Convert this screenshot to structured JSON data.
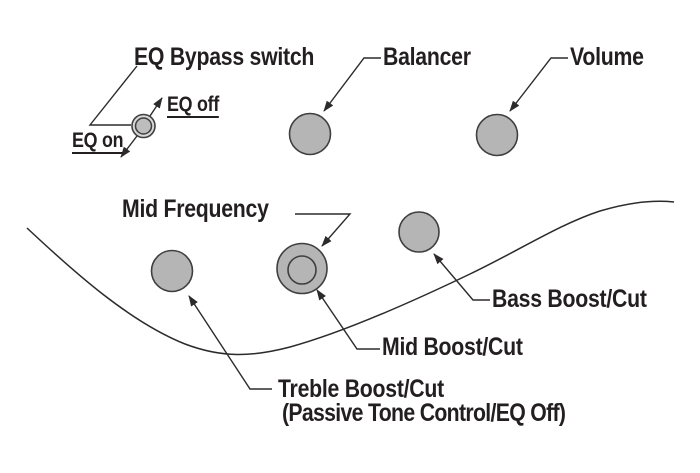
{
  "labels": {
    "eq_bypass_switch": "EQ Bypass switch",
    "eq_off": "EQ off",
    "eq_on": "EQ on",
    "balancer": "Balancer",
    "volume": "Volume",
    "mid_frequency": "Mid Frequency",
    "bass_boost_cut": "Bass Boost/Cut",
    "mid_boost_cut": "Mid Boost/Cut",
    "treble_boost_cut": "Treble Boost/Cut",
    "treble_boost_cut_note": "(Passive Tone Control/EQ Off)"
  },
  "colors": {
    "background": "#ffffff",
    "text": "#231f20",
    "line": "#2d2a2b",
    "knob_fill": "#b5b5b5",
    "knob_stroke": "#3f3f3f",
    "switch_ring_fill": "#d9d9d9",
    "switch_center_fill": "#bdbdbd"
  }
}
